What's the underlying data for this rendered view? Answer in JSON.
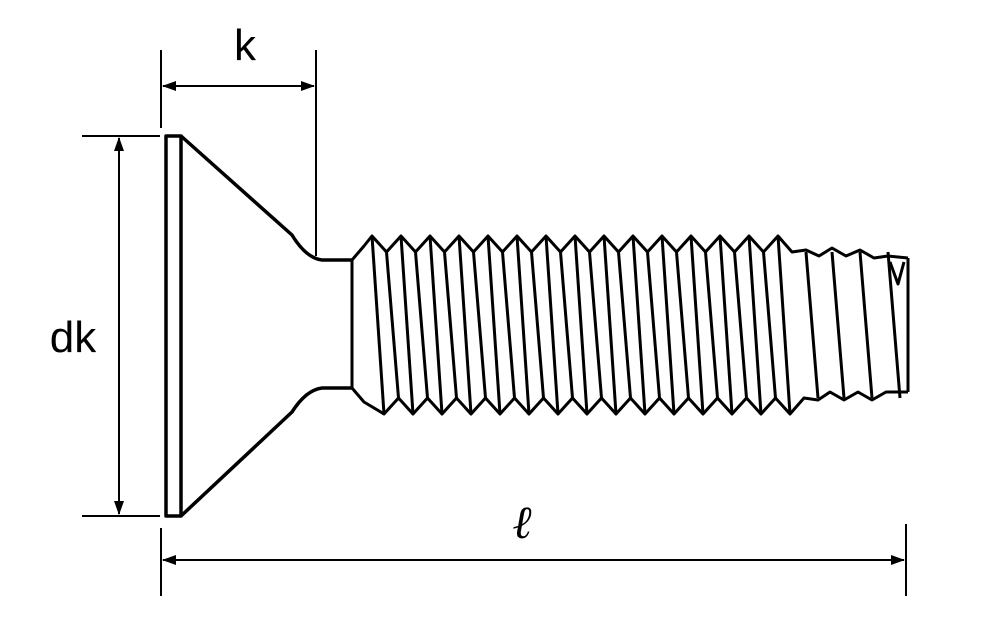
{
  "diagram": {
    "subject": "countersunk-head-screw",
    "labels": {
      "head_height": "k",
      "head_diameter": "dk",
      "length": "ℓ"
    },
    "colors": {
      "line": "#000000",
      "background": "#ffffff"
    }
  }
}
